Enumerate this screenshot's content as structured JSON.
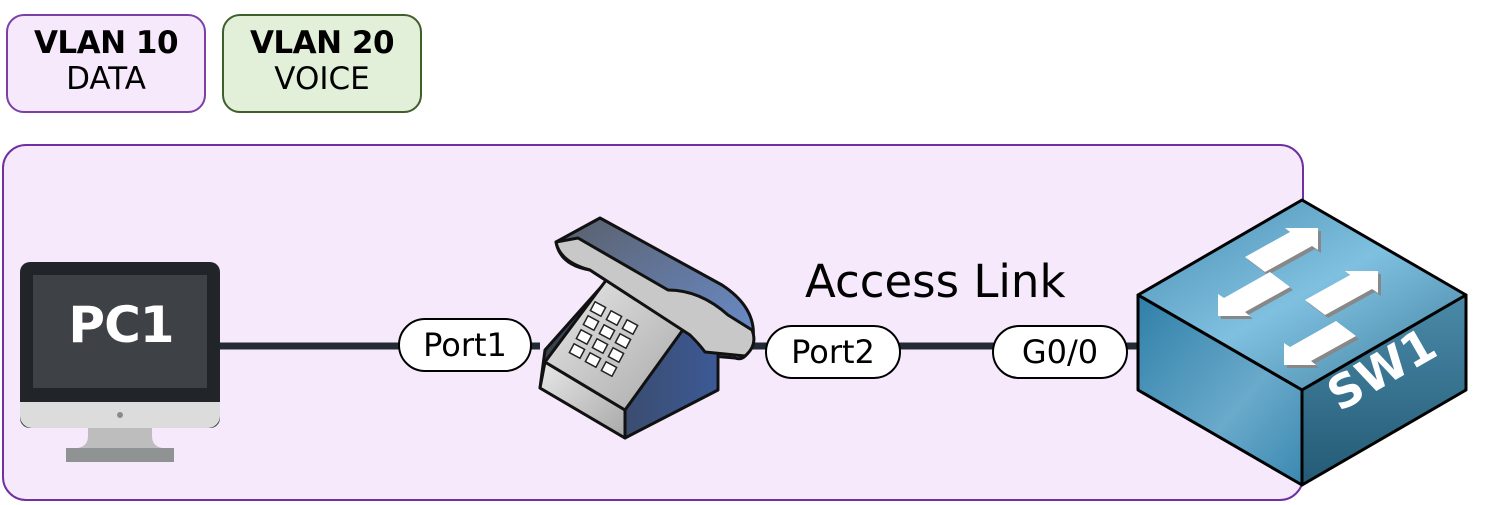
{
  "legend": [
    {
      "vlan": "VLAN 10",
      "purpose": "DATA",
      "fill": "#f5e9fb",
      "border": "#7b3fa8"
    },
    {
      "vlan": "VLAN 20",
      "purpose": "VOICE",
      "fill": "#e2efd9",
      "border": "#3f5e2a"
    }
  ],
  "region": {
    "vlan": "VLAN 10",
    "fill": "#f5e9fb",
    "border": "#7030a0"
  },
  "devices": {
    "pc": {
      "name": "PC1",
      "icon": "desktop-computer-icon"
    },
    "phone": {
      "icon": "ip-phone-icon"
    },
    "switch": {
      "name": "SW1",
      "icon": "switch-icon"
    }
  },
  "ports": {
    "phone_port1": "Port1",
    "phone_port2": "Port2",
    "switch_port": "G0/0"
  },
  "links": {
    "phone_to_switch": "Access Link"
  },
  "link_color": "#232a33"
}
